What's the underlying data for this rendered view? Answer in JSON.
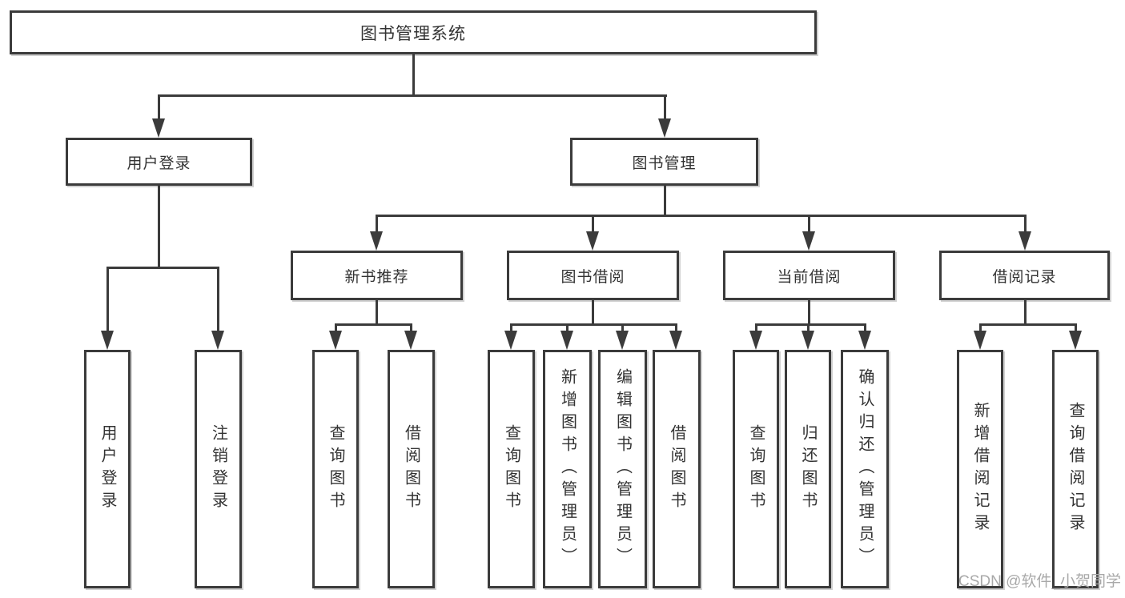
{
  "diagram_type": "hierarchy-tree",
  "tree": {
    "label": "图书管理系统",
    "children": [
      {
        "label": "用户登录",
        "children": [
          {
            "label": "用户登录"
          },
          {
            "label": "注销登录"
          }
        ]
      },
      {
        "label": "图书管理",
        "children": [
          {
            "label": "新书推荐",
            "children": [
              {
                "label": "查询图书"
              },
              {
                "label": "借阅图书"
              }
            ]
          },
          {
            "label": "图书借阅",
            "children": [
              {
                "label": "查询图书"
              },
              {
                "label": "新增图书（管理员）"
              },
              {
                "label": "编辑图书（管理员）"
              },
              {
                "label": "借阅图书"
              }
            ]
          },
          {
            "label": "当前借阅",
            "children": [
              {
                "label": "查询图书"
              },
              {
                "label": "归还图书"
              },
              {
                "label": "确认归还（管理员）"
              }
            ]
          },
          {
            "label": "借阅记录",
            "children": [
              {
                "label": "新增借阅记录"
              },
              {
                "label": "查询借阅记录"
              }
            ]
          }
        ]
      }
    ]
  },
  "watermark": {
    "text": "CSDN @软件_小贺同学"
  },
  "colors": {
    "line": "#3b3b3b",
    "box_border": "#3b3b3b",
    "text": "#333333",
    "watermark": "#a9a9a9",
    "background": "#ffffff"
  }
}
